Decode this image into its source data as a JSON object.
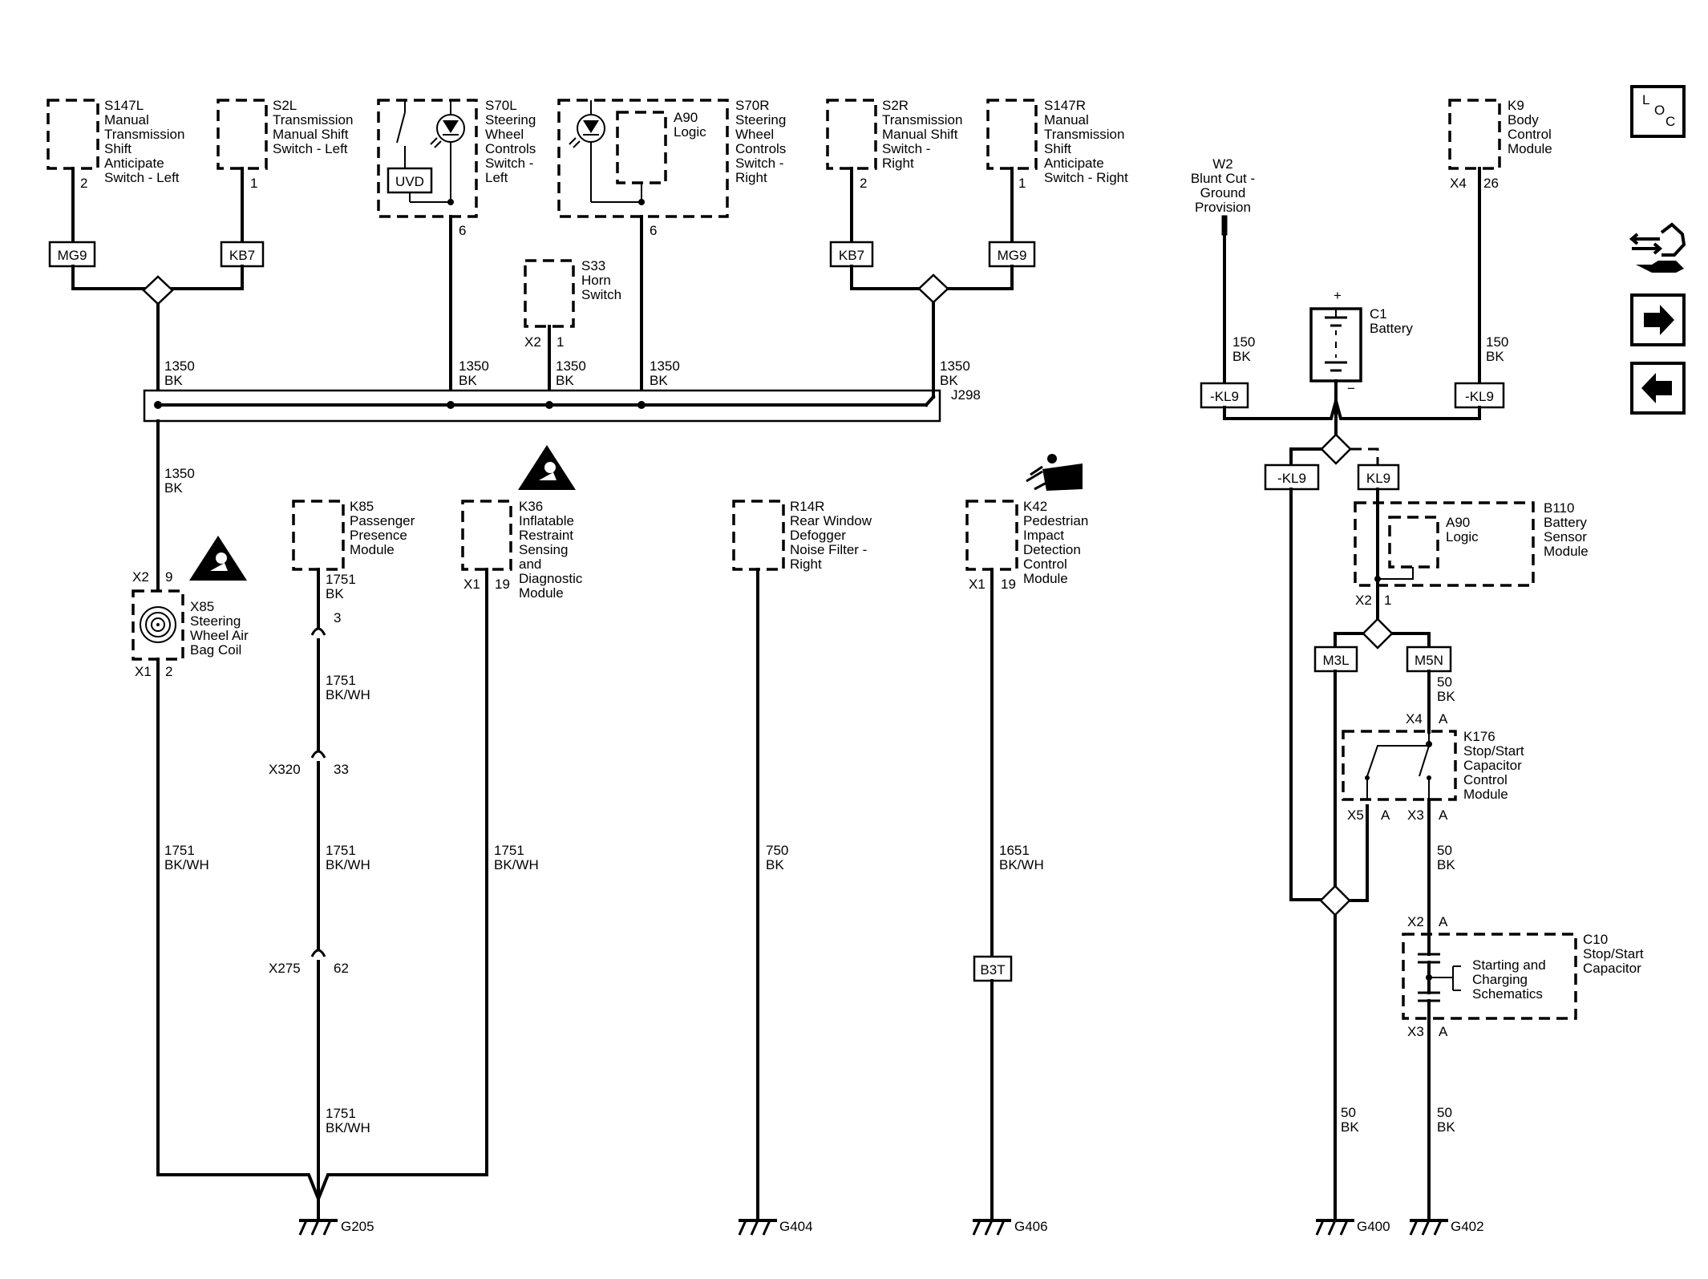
{
  "components": {
    "s147l": {
      "ref": "S147L",
      "lines": [
        "Manual",
        "Transmission",
        "Shift",
        "Anticipate",
        "Switch - Left"
      ],
      "pin": "2"
    },
    "s2l": {
      "ref": "S2L",
      "lines": [
        "Transmission",
        "Manual Shift",
        "Switch - Left"
      ],
      "pin": "1"
    },
    "s70l": {
      "ref": "S70L",
      "lines": [
        "Steering",
        "Wheel",
        "Controls",
        "Switch -",
        "Left"
      ],
      "pin": "6",
      "inner_label": "UVD"
    },
    "s70r": {
      "ref": "S70R",
      "lines": [
        "Steering",
        "Wheel",
        "Controls",
        "Switch -",
        "Right"
      ],
      "pin": "6",
      "inner_ref": "A90",
      "inner_label": "Logic"
    },
    "s2r": {
      "ref": "S2R",
      "lines": [
        "Transmission",
        "Manual Shift",
        "Switch -",
        "Right"
      ],
      "pin": "2"
    },
    "s147r": {
      "ref": "S147R",
      "lines": [
        "Manual",
        "Transmission",
        "Shift",
        "Anticipate",
        "Switch - Right"
      ],
      "pin": "1"
    },
    "s33": {
      "ref": "S33",
      "lines": [
        "Horn",
        "Switch"
      ],
      "conn": "X2",
      "pin": "1"
    },
    "k9": {
      "ref": "K9",
      "lines": [
        "Body",
        "Control",
        "Module"
      ],
      "conn": "X4",
      "pin": "26"
    },
    "w2": {
      "ref": "W2",
      "lines": [
        "Blunt Cut -",
        "Ground",
        "Provision"
      ]
    },
    "c1": {
      "ref": "C1",
      "lines": [
        "Battery"
      ],
      "plus": "+",
      "minus": "−"
    },
    "x85": {
      "ref": "X85",
      "lines": [
        "Steering",
        "Wheel Air",
        "Bag Coil"
      ],
      "conn_top": "X2",
      "pin_top": "9",
      "conn_bottom": "X1",
      "pin_bottom": "2"
    },
    "k85": {
      "ref": "K85",
      "lines": [
        "Passenger",
        "Presence",
        "Module"
      ]
    },
    "k36": {
      "ref": "K36",
      "lines": [
        "Inflatable",
        "Restraint",
        "Sensing",
        "and",
        "Diagnostic",
        "Module"
      ],
      "conn": "X1",
      "pin": "19"
    },
    "r14r": {
      "ref": "R14R",
      "lines": [
        "Rear Window",
        "Defogger",
        "Noise Filter -",
        "Right"
      ]
    },
    "k42": {
      "ref": "K42",
      "lines": [
        "Pedestrian",
        "Impact",
        "Detection",
        "Control",
        "Module"
      ],
      "conn": "X1",
      "pin": "19"
    },
    "b110": {
      "ref": "B110",
      "lines": [
        "Battery",
        "Sensor",
        "Module"
      ],
      "inner_ref": "A90",
      "inner_label": "Logic",
      "conn": "X2",
      "pin": "1"
    },
    "k176": {
      "ref": "K176",
      "lines": [
        "Stop/Start",
        "Capacitor",
        "Control",
        "Module"
      ],
      "conn_top": "X4",
      "pin_top": "A",
      "conn_left": "X5",
      "pin_left": "A",
      "conn_right": "X3",
      "pin_right": "A"
    },
    "c10": {
      "ref": "C10",
      "lines": [
        "Stop/Start",
        "Capacitor"
      ],
      "inner_lines": [
        "Starting and",
        "Charging",
        "Schematics"
      ],
      "conn_top": "X2",
      "pin_top": "A",
      "conn_bottom": "X3",
      "pin_bottom": "A"
    }
  },
  "splice_labels": {
    "mg9_left": "MG9",
    "kb7_left": "KB7",
    "kb7_right": "KB7",
    "mg9_right": "MG9",
    "kl9_left": "-KL9",
    "kl9_right": "-KL9",
    "kl9_low_left": "-KL9",
    "kl9_low_right": "KL9",
    "m3l": "M3L",
    "m5n": "M5N",
    "b3t": "B3T",
    "j298": "J298"
  },
  "wires": {
    "w1350a": {
      "num": "1350",
      "color": "BK"
    },
    "w1350b": {
      "num": "1350",
      "color": "BK"
    },
    "w1350c": {
      "num": "1350",
      "color": "BK"
    },
    "w1350d": {
      "num": "1350",
      "color": "BK"
    },
    "w1350e": {
      "num": "1350",
      "color": "BK"
    },
    "w1350f": {
      "num": "1350",
      "color": "BK"
    },
    "w150l": {
      "num": "150",
      "color": "BK"
    },
    "w150r": {
      "num": "150",
      "color": "BK"
    },
    "w1751_x85": {
      "num": "1751",
      "color": "BK/WH"
    },
    "w1751_k85a": {
      "num": "1751",
      "color": "BK"
    },
    "w1751_k85b": {
      "num": "1751",
      "color": "BK/WH"
    },
    "w1751_k85c": {
      "num": "1751",
      "color": "BK/WH"
    },
    "w1751_k85d": {
      "num": "1751",
      "color": "BK/WH"
    },
    "w1751_k36": {
      "num": "1751",
      "color": "BK/WH"
    },
    "w750": {
      "num": "750",
      "color": "BK"
    },
    "w1651": {
      "num": "1651",
      "color": "BK/WH"
    },
    "w50a": {
      "num": "50",
      "color": "BK"
    },
    "w50b": {
      "num": "50",
      "color": "BK"
    },
    "w50c": {
      "num": "50",
      "color": "BK"
    },
    "w50d": {
      "num": "50",
      "color": "BK"
    }
  },
  "inline_connectors": {
    "k85_pin": "3",
    "x320": {
      "name": "X320",
      "pin": "33"
    },
    "x275": {
      "name": "X275",
      "pin": "62"
    }
  },
  "grounds": {
    "g205": "G205",
    "g404": "G404",
    "g406": "G406",
    "g400": "G400",
    "g402": "G402"
  },
  "nav": {
    "loc_l": "L",
    "loc_o": "O",
    "loc_c": "C"
  }
}
